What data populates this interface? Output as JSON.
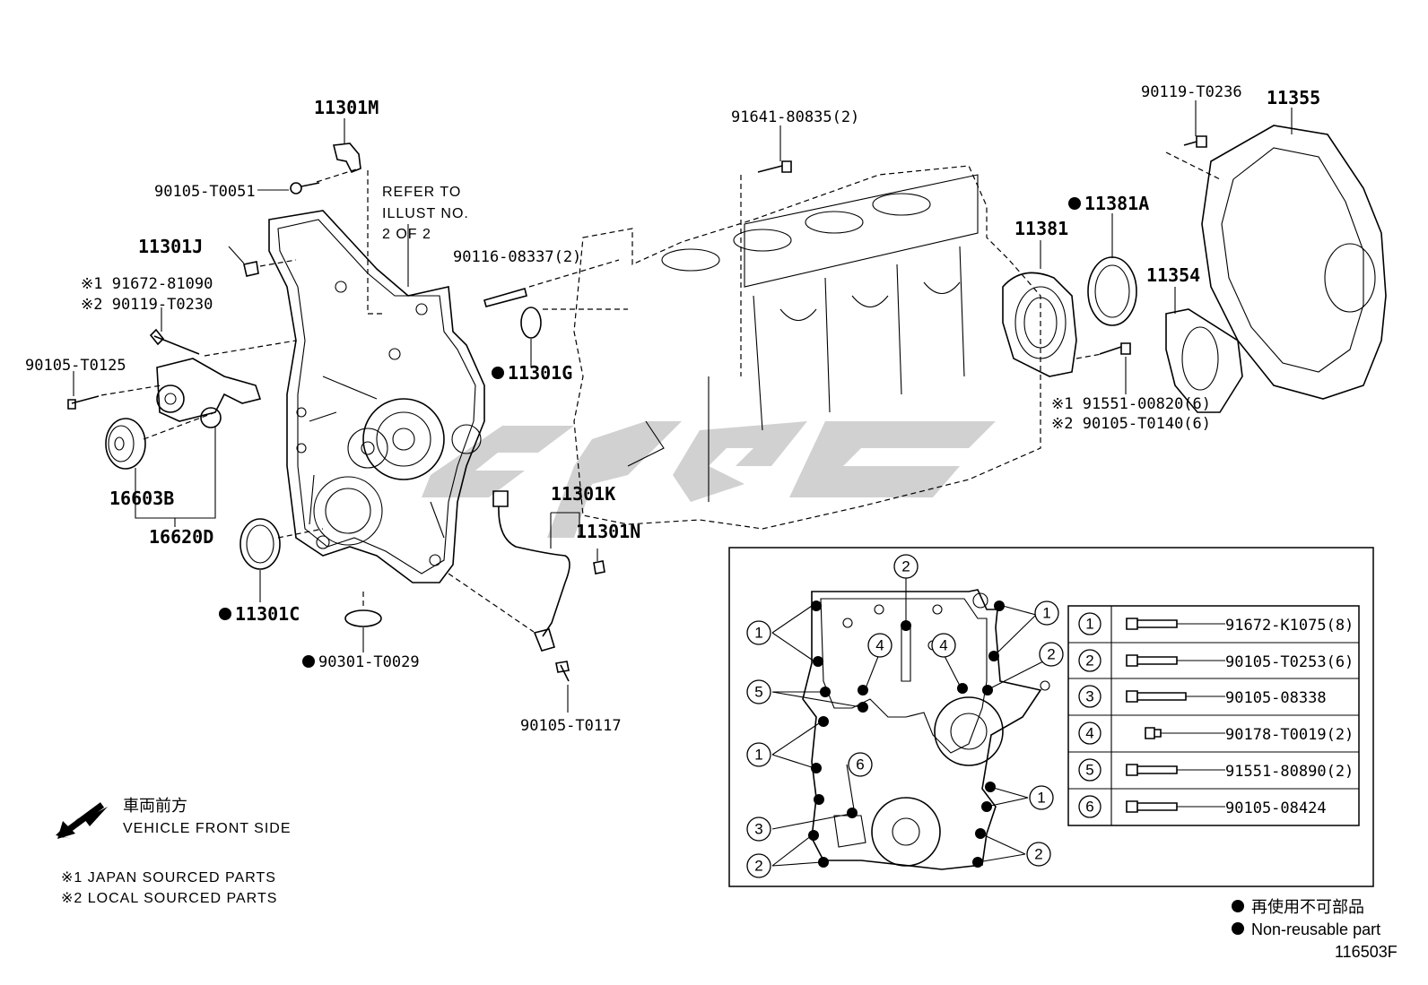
{
  "labels": {
    "p11301M": "11301M",
    "p90105T0051": "90105-T0051",
    "refer1": "REFER TO",
    "refer2": "ILLUST NO.",
    "refer3": "2 OF 2",
    "p11301J": "11301J",
    "note1a": "※1 91672-81090",
    "note2a": "※2 90119-T0230",
    "p90105T0125": "90105-T0125",
    "p16603B": "16603B",
    "p16620D": "16620D",
    "p11301C": "11301C",
    "p90301T0029": "90301-T0029",
    "p90116": "90116-08337(2)",
    "p11301G": "11301G",
    "p91641": "91641-80835(2)",
    "p11301K": "11301K",
    "p11301N": "11301N",
    "p90105T0117": "90105-T0117",
    "p11381": "11381",
    "p11381A": "11381A",
    "p11354": "11354",
    "p90119T0236": "90119-T0236",
    "p11355": "11355",
    "note1b": "※1 91551-00820(6)",
    "note2b": "※2 90105-T0140(6)"
  },
  "legend_front": {
    "jp": "車両前方",
    "en": "VEHICLE FRONT SIDE"
  },
  "legend_source": {
    "line1": "※1 JAPAN SOURCED PARTS",
    "line2": "※2 LOCAL SOURCED PARTS"
  },
  "legend_nonreuse": {
    "jp": "再使用不可部品",
    "en": "Non-reusable part"
  },
  "figure_id": "116503F",
  "inset": {
    "callouts": [
      "1",
      "2",
      "3",
      "4",
      "5",
      "6"
    ],
    "table": [
      {
        "num": "1",
        "part": "91672-K1075(8)"
      },
      {
        "num": "2",
        "part": "90105-T0253(6)"
      },
      {
        "num": "3",
        "part": "90105-08338"
      },
      {
        "num": "4",
        "part": "90178-T0019(2)"
      },
      {
        "num": "5",
        "part": "91551-80890(2)"
      },
      {
        "num": "6",
        "part": "90105-08424"
      }
    ]
  }
}
